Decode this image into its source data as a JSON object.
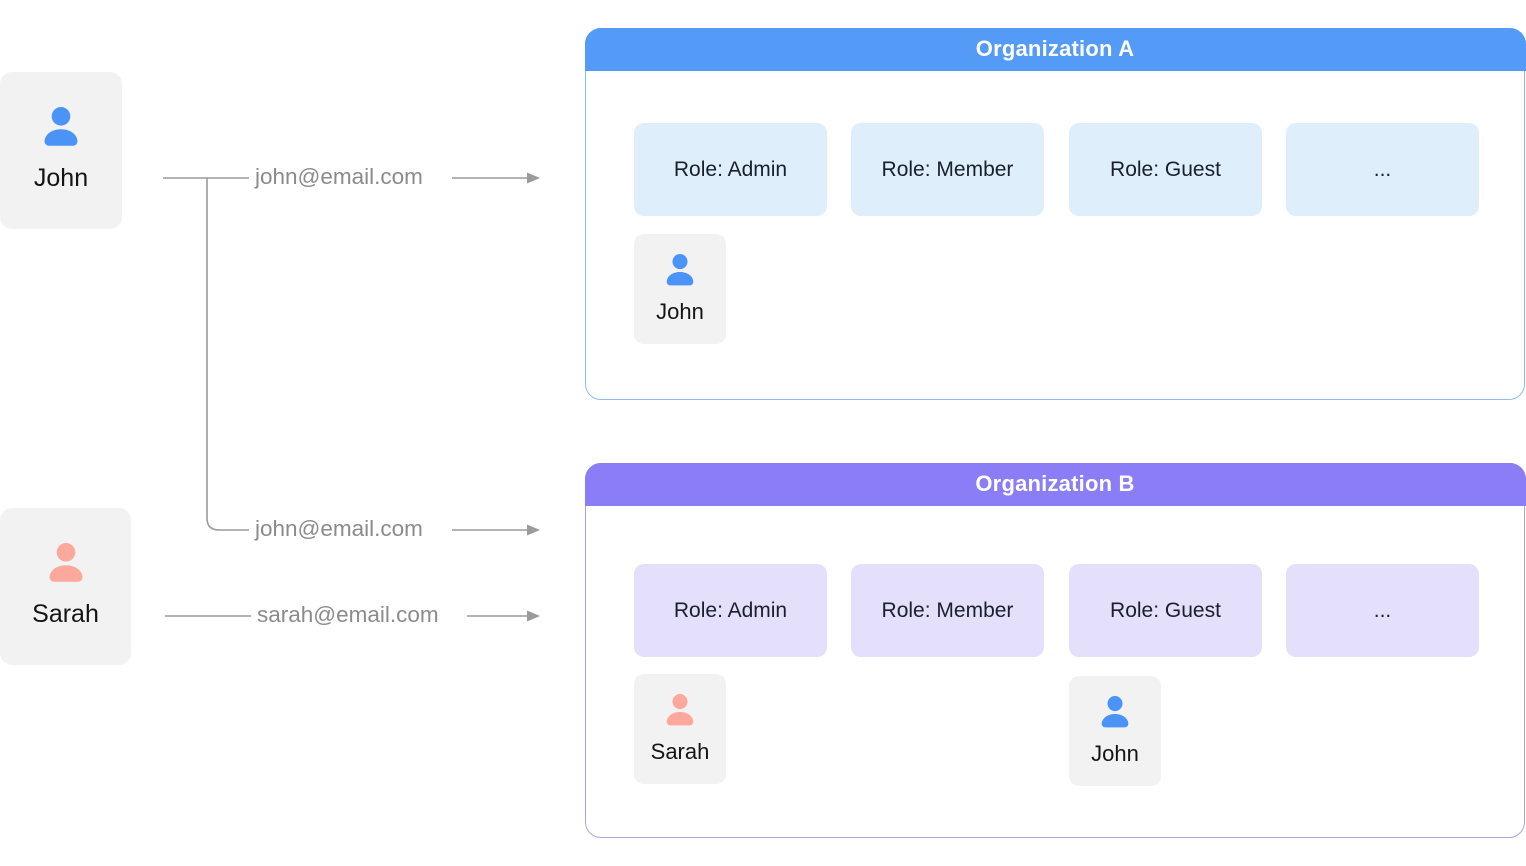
{
  "left_users": [
    {
      "name": "John",
      "icon": "user-icon",
      "icon_color": "#4B93F7"
    },
    {
      "name": "Sarah",
      "icon": "user-icon",
      "icon_color": "#FCA89D"
    }
  ],
  "mappings": [
    {
      "email": "john@email.com"
    },
    {
      "email": "john@email.com"
    },
    {
      "email": "sarah@email.com"
    }
  ],
  "organizations": [
    {
      "title": "Organization A",
      "roles": [
        "Role: Admin",
        "Role: Member",
        "Role: Guest",
        "..."
      ],
      "members": [
        {
          "name": "John",
          "icon": "user-icon",
          "icon_color": "#4B93F7"
        }
      ]
    },
    {
      "title": "Organization B",
      "roles": [
        "Role: Admin",
        "Role: Member",
        "Role: Guest",
        "..."
      ],
      "members": [
        {
          "name": "Sarah",
          "icon": "user-icon",
          "icon_color": "#FCA89D"
        },
        {
          "name": "John",
          "icon": "user-icon",
          "icon_color": "#4B93F7"
        }
      ]
    }
  ],
  "colors": {
    "org_a_header": "#549AF7",
    "org_a_border": "#8CBAF1",
    "org_a_chip_bg": "#DEEEFB",
    "org_b_header": "#8A7DF5",
    "org_b_border": "#ABA0ED",
    "org_b_chip_bg": "#E4DFFA",
    "user_card_bg": "#F2F2F3",
    "user_icon_blue": "#4B93F7",
    "user_icon_pink": "#FCA89D",
    "connector_gray": "#9A9A9A",
    "email_text_gray": "#8B8B8B"
  }
}
